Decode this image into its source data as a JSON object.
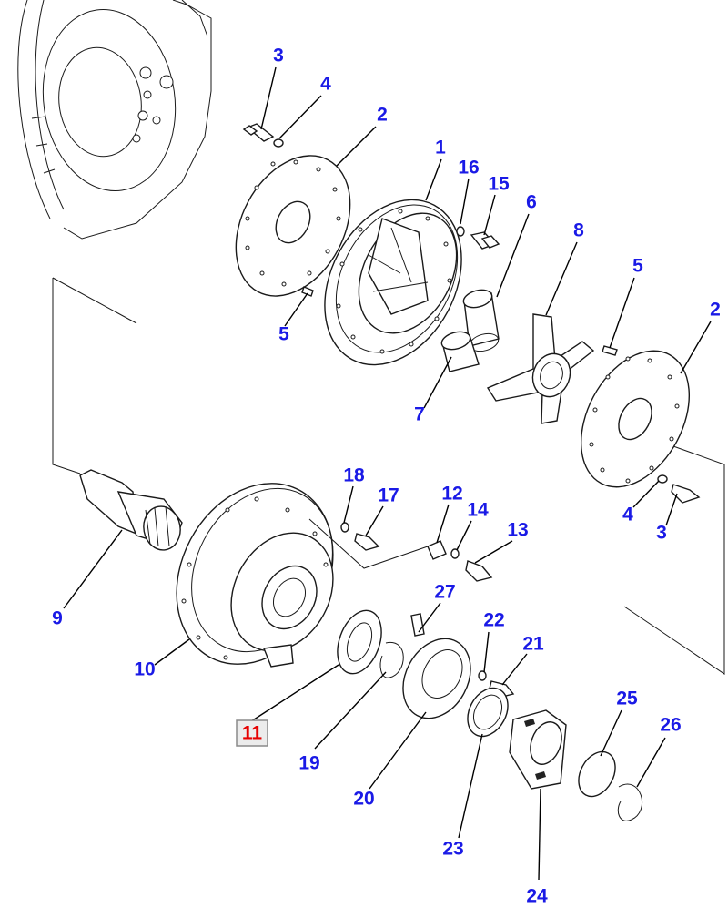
{
  "diagram": {
    "colors": {
      "callout": "#1a1ae6",
      "selected_callout": "#e60000",
      "line": "#1a1a1a"
    },
    "callouts": [
      {
        "id": "c3a",
        "text": "3"
      },
      {
        "id": "c4a",
        "text": "4"
      },
      {
        "id": "c2a",
        "text": "2"
      },
      {
        "id": "c1",
        "text": "1"
      },
      {
        "id": "c16",
        "text": "16"
      },
      {
        "id": "c15",
        "text": "15"
      },
      {
        "id": "c6",
        "text": "6"
      },
      {
        "id": "c8",
        "text": "8"
      },
      {
        "id": "c5a",
        "text": "5"
      },
      {
        "id": "c5b",
        "text": "5"
      },
      {
        "id": "c2b",
        "text": "2"
      },
      {
        "id": "c7",
        "text": "7"
      },
      {
        "id": "c18",
        "text": "18"
      },
      {
        "id": "c17",
        "text": "17"
      },
      {
        "id": "c12",
        "text": "12"
      },
      {
        "id": "c14",
        "text": "14"
      },
      {
        "id": "c13",
        "text": "13"
      },
      {
        "id": "c4b",
        "text": "4"
      },
      {
        "id": "c3b",
        "text": "3"
      },
      {
        "id": "c9",
        "text": "9"
      },
      {
        "id": "c27",
        "text": "27"
      },
      {
        "id": "c22",
        "text": "22"
      },
      {
        "id": "c21",
        "text": "21"
      },
      {
        "id": "c10",
        "text": "10"
      },
      {
        "id": "c11",
        "text": "11",
        "selected": true
      },
      {
        "id": "c25",
        "text": "25"
      },
      {
        "id": "c26",
        "text": "26"
      },
      {
        "id": "c19",
        "text": "19"
      },
      {
        "id": "c20",
        "text": "20"
      },
      {
        "id": "c23",
        "text": "23"
      },
      {
        "id": "c24",
        "text": "24"
      }
    ]
  }
}
